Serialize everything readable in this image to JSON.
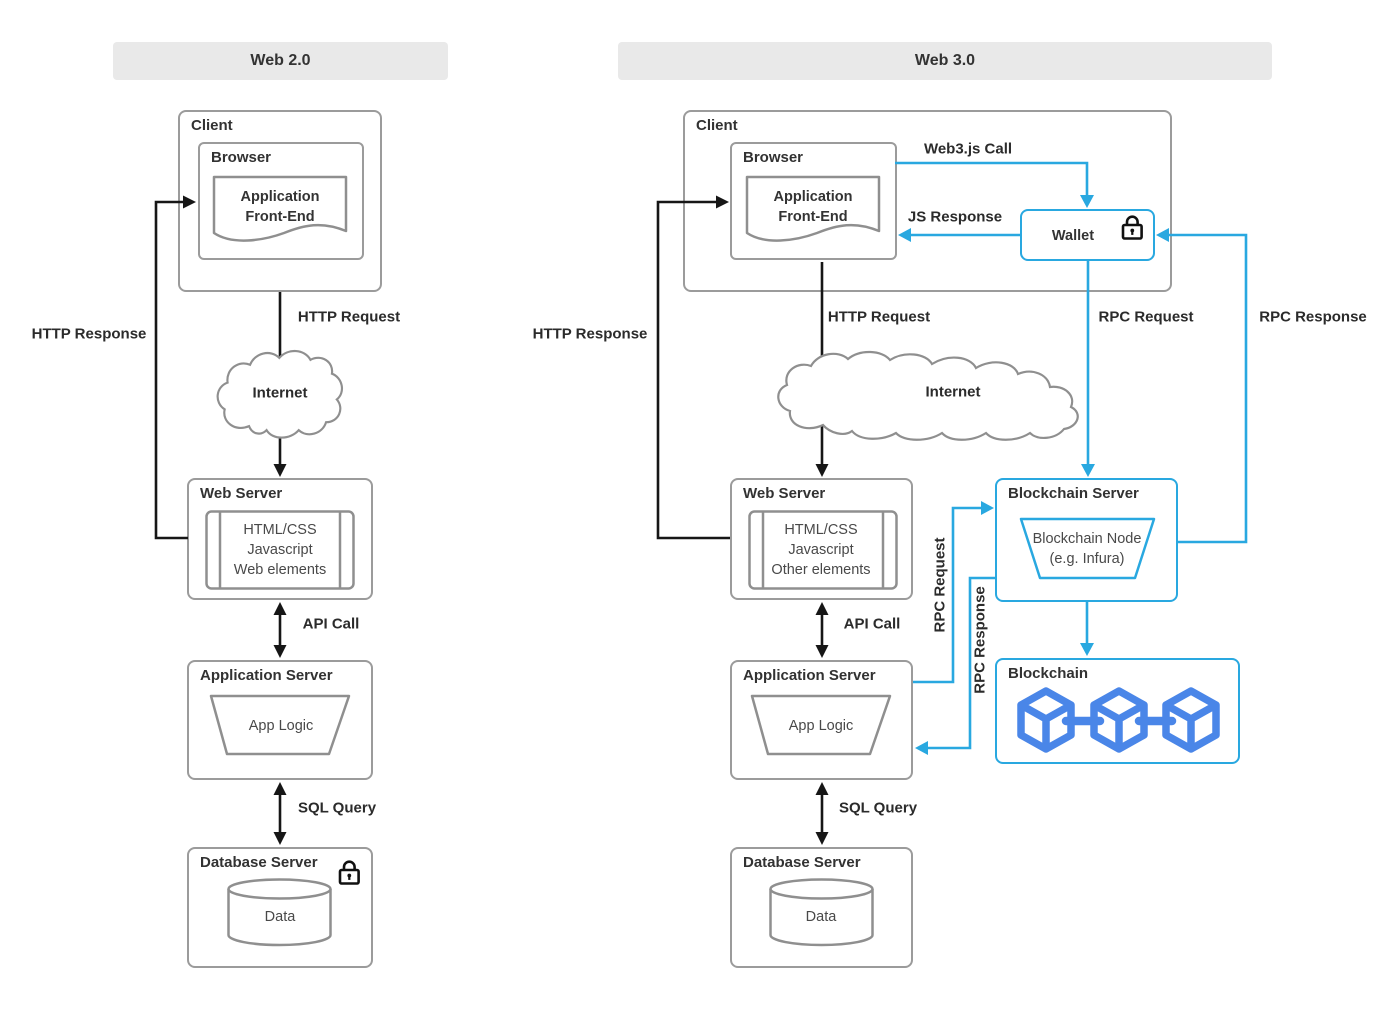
{
  "colors": {
    "accent_blue": "#29a8e0",
    "cube_blue": "#4a86e8",
    "box_border_gray": "#9b9b9b",
    "header_bg": "#e9e9e9",
    "text_dark": "#323232",
    "line_black": "#161616"
  },
  "web2": {
    "header": "Web 2.0",
    "client_title": "Client",
    "browser_title": "Browser",
    "frontend": "Application\nFront-End",
    "http_request": "HTTP Request",
    "http_response": "HTTP Response",
    "internet": "Internet",
    "web_server_title": "Web Server",
    "web_server_content": "HTML/CSS\nJavascript\nWeb elements",
    "api_call": "API Call",
    "app_server_title": "Application Server",
    "app_logic": "App Logic",
    "sql_query": "SQL Query",
    "db_server_title": "Database Server",
    "data": "Data"
  },
  "web3": {
    "header": "Web 3.0",
    "client_title": "Client",
    "browser_title": "Browser",
    "frontend": "Application\nFront-End",
    "wallet": "Wallet",
    "web3js_call": "Web3.js Call",
    "js_response": "JS Response",
    "http_request": "HTTP Request",
    "http_response": "HTTP Response",
    "rpc_request_top": "RPC Request",
    "rpc_response_right": "RPC Response",
    "internet": "Internet",
    "web_server_title": "Web Server",
    "web_server_content": "HTML/CSS\nJavascript\nOther elements",
    "rpc_request_vertical": "RPC Request",
    "rpc_response_vertical": "RPC Response",
    "api_call": "API Call",
    "blockchain_server_title": "Blockchain Server",
    "blockchain_node": "Blockchain Node\n(e.g. Infura)",
    "app_server_title": "Application Server",
    "app_logic": "App Logic",
    "sql_query": "SQL Query",
    "db_server_title": "Database Server",
    "data": "Data",
    "blockchain_title": "Blockchain"
  }
}
